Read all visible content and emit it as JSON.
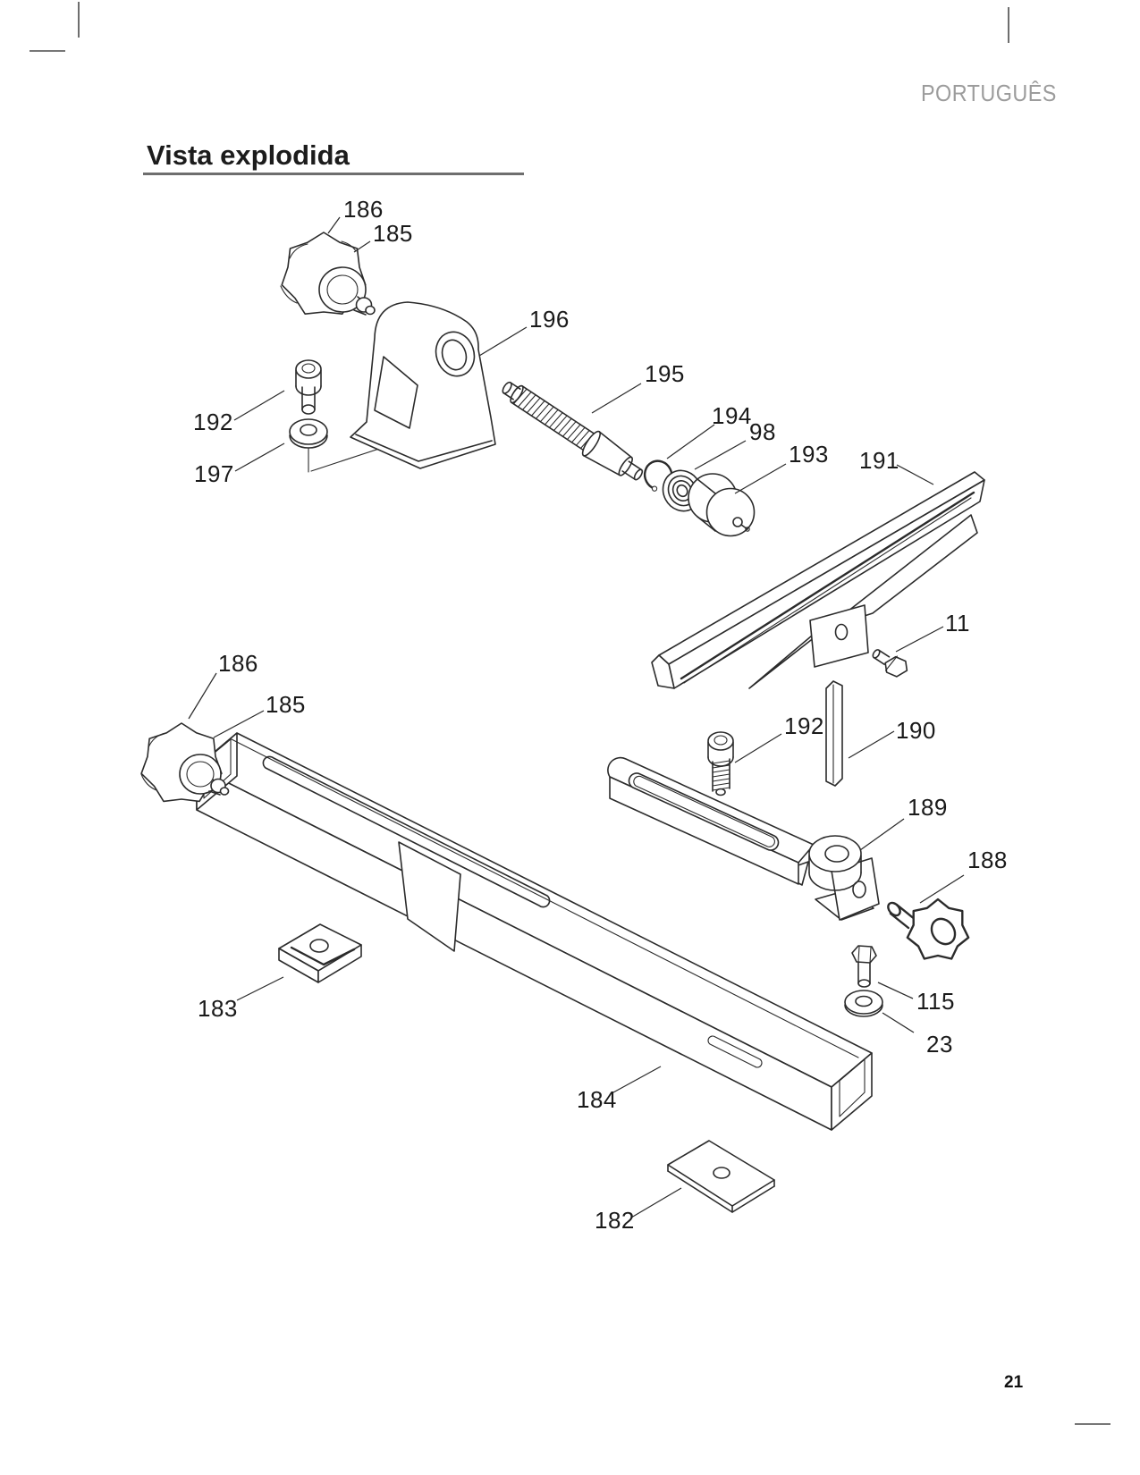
{
  "page": {
    "language_label": "PORTUGUÊS",
    "section_title": "Vista explodida",
    "page_number": "21"
  },
  "colors": {
    "line": "#2b2b2b",
    "label_text": "#1a1a1a",
    "header_gray": "#9c9c9c",
    "rule_gray": "#6e6e6e"
  },
  "diagram": {
    "type": "exploded-parts-diagram",
    "callouts": [
      {
        "label": "186"
      },
      {
        "label": "185"
      },
      {
        "label": "196"
      },
      {
        "label": "192"
      },
      {
        "label": "197"
      },
      {
        "label": "195"
      },
      {
        "label": "194"
      },
      {
        "label": "98"
      },
      {
        "label": "193"
      },
      {
        "label": "191"
      },
      {
        "label": "11"
      },
      {
        "label": "186"
      },
      {
        "label": "185"
      },
      {
        "label": "192"
      },
      {
        "label": "190"
      },
      {
        "label": "189"
      },
      {
        "label": "188"
      },
      {
        "label": "115"
      },
      {
        "label": "23"
      },
      {
        "label": "183"
      },
      {
        "label": "184"
      },
      {
        "label": "182"
      }
    ]
  }
}
